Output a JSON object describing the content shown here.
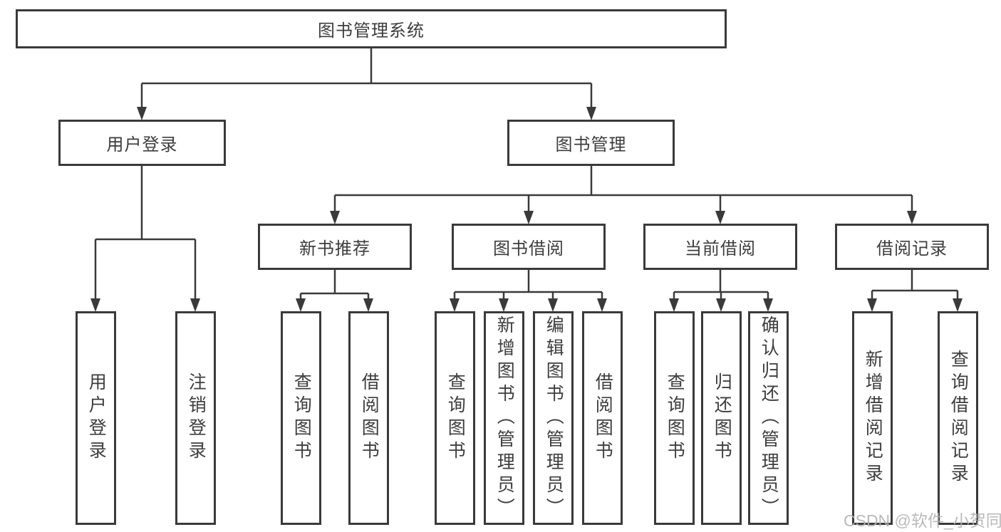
{
  "tree": {
    "label": "图书管理系统",
    "children": [
      {
        "label": "用户登录",
        "children": [
          {
            "label": "用户登录"
          },
          {
            "label": "注销登录"
          }
        ]
      },
      {
        "label": "图书管理",
        "children": [
          {
            "label": "新书推荐",
            "children": [
              {
                "label": "查询图书"
              },
              {
                "label": "借阅图书"
              }
            ]
          },
          {
            "label": "图书借阅",
            "children": [
              {
                "label": "查询图书"
              },
              {
                "label": "新增图书（管理员）"
              },
              {
                "label": "编辑图书（管理员）"
              },
              {
                "label": "借阅图书"
              }
            ]
          },
          {
            "label": "当前借阅",
            "children": [
              {
                "label": "查询图书"
              },
              {
                "label": "归还图书"
              },
              {
                "label": "确认归还（管理员）"
              }
            ]
          },
          {
            "label": "借阅记录",
            "children": [
              {
                "label": "新增借阅记录"
              },
              {
                "label": "查询借阅记录"
              }
            ]
          }
        ]
      }
    ]
  },
  "watermark": "CSDN @软件_小贺同学",
  "colors": {
    "stroke": "#3a3a3a",
    "text": "#3d3d3d",
    "watermark": "#b3b3b3",
    "background": "#ffffff"
  }
}
